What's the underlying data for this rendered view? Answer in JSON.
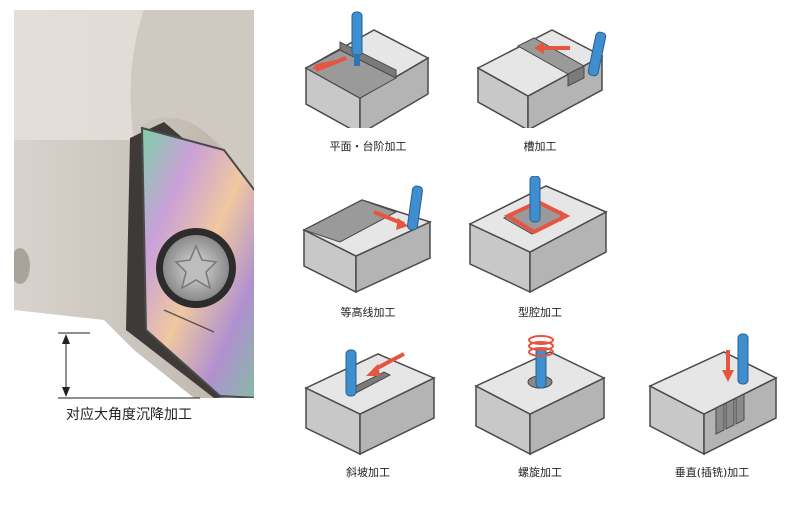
{
  "photo_caption": "对应大角度沉降加工",
  "operations": [
    {
      "label": "平面・台阶加工"
    },
    {
      "label": "槽加工"
    },
    {
      "label": "等高线加工"
    },
    {
      "label": "型腔加工"
    },
    {
      "label": "斜坡加工"
    },
    {
      "label": "螺旋加工"
    },
    {
      "label": "垂直(插铣)加工"
    }
  ],
  "colors": {
    "block_top": "#e6e6e6",
    "block_front": "#c8c8c8",
    "block_side": "#b4b4b4",
    "block_edge": "#4a4a4a",
    "tool": "#3e8fd0",
    "arrow": "#e5553f"
  }
}
